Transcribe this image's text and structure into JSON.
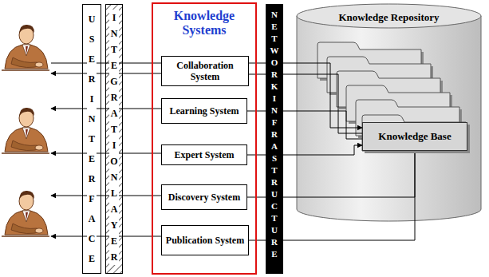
{
  "diagram": {
    "nodes": [
      {
        "text": [
          "USER INTERFACE"
        ]
      },
      {
        "text": [
          "INTEGRATION LAYER"
        ]
      },
      {
        "text": [
          "Knowledge Systems"
        ]
      },
      {
        "text": [
          "Collaboration System"
        ],
        "in": 2
      },
      {
        "text": [
          "Learning System"
        ],
        "in": 2
      },
      {
        "text": [
          "Expert System"
        ],
        "in": 2
      },
      {
        "text": [
          "Discovery System"
        ],
        "in": 2
      },
      {
        "text": [
          "Publication System"
        ],
        "in": 2
      },
      {
        "text": [
          "NETWORK INFRASTRUCTURE"
        ]
      },
      {
        "text": [
          "Knowledge Repository"
        ]
      },
      {
        "text": [
          "Knowledge Base"
        ],
        "in": 9
      }
    ],
    "edges": [
      {
        "from": 3,
        "to": 10,
        "arrow": "to"
      },
      {
        "from": 3,
        "to": 10,
        "arrow": "none"
      },
      {
        "from": 4,
        "to": 10,
        "arrow": "none"
      },
      {
        "from": 5,
        "to": 10,
        "arrow": "to"
      },
      {
        "from": 6,
        "to": 10,
        "arrow": "none"
      },
      {
        "from": 7,
        "to": 10,
        "arrow": "none"
      }
    ]
  }
}
